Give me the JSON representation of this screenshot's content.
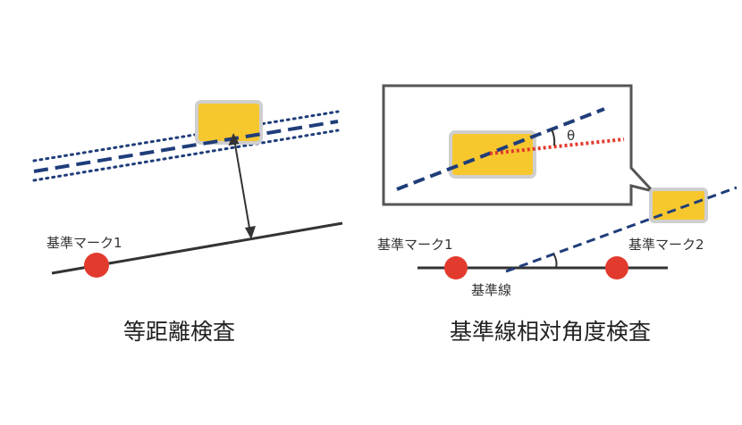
{
  "left_panel": {
    "mark_label": "基準マーク1",
    "caption": "等距離検査"
  },
  "right_panel": {
    "mark1_label": "基準マーク1",
    "mark2_label": "基準マーク2",
    "baseline_label": "基準線",
    "angle_symbol": "θ",
    "caption": "基準線相対角度検査"
  },
  "colors": {
    "component_fill": "#f7c72e",
    "component_border": "#cfcfcf",
    "dashed_line": "#1f3d7a",
    "mark_fill": "#e23b2e",
    "reference_line": "#333333",
    "angle_indicator": "#e23b2e",
    "callout_border": "#555555"
  }
}
